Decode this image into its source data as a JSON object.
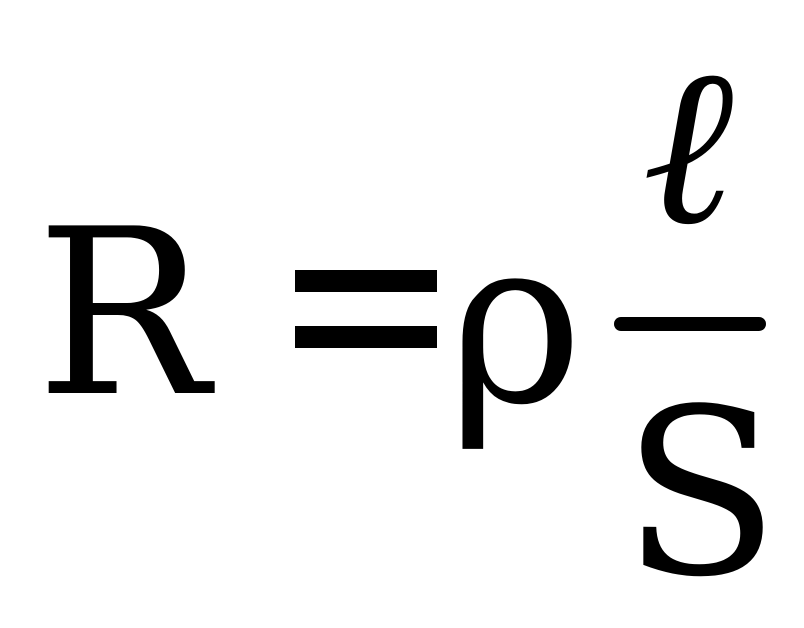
{
  "formula": {
    "lhs": "R",
    "operator": "=",
    "rho": "ρ",
    "numerator": "ℓ",
    "denominator": "S"
  },
  "colors": {
    "text": "#000000",
    "background": "#ffffff"
  }
}
